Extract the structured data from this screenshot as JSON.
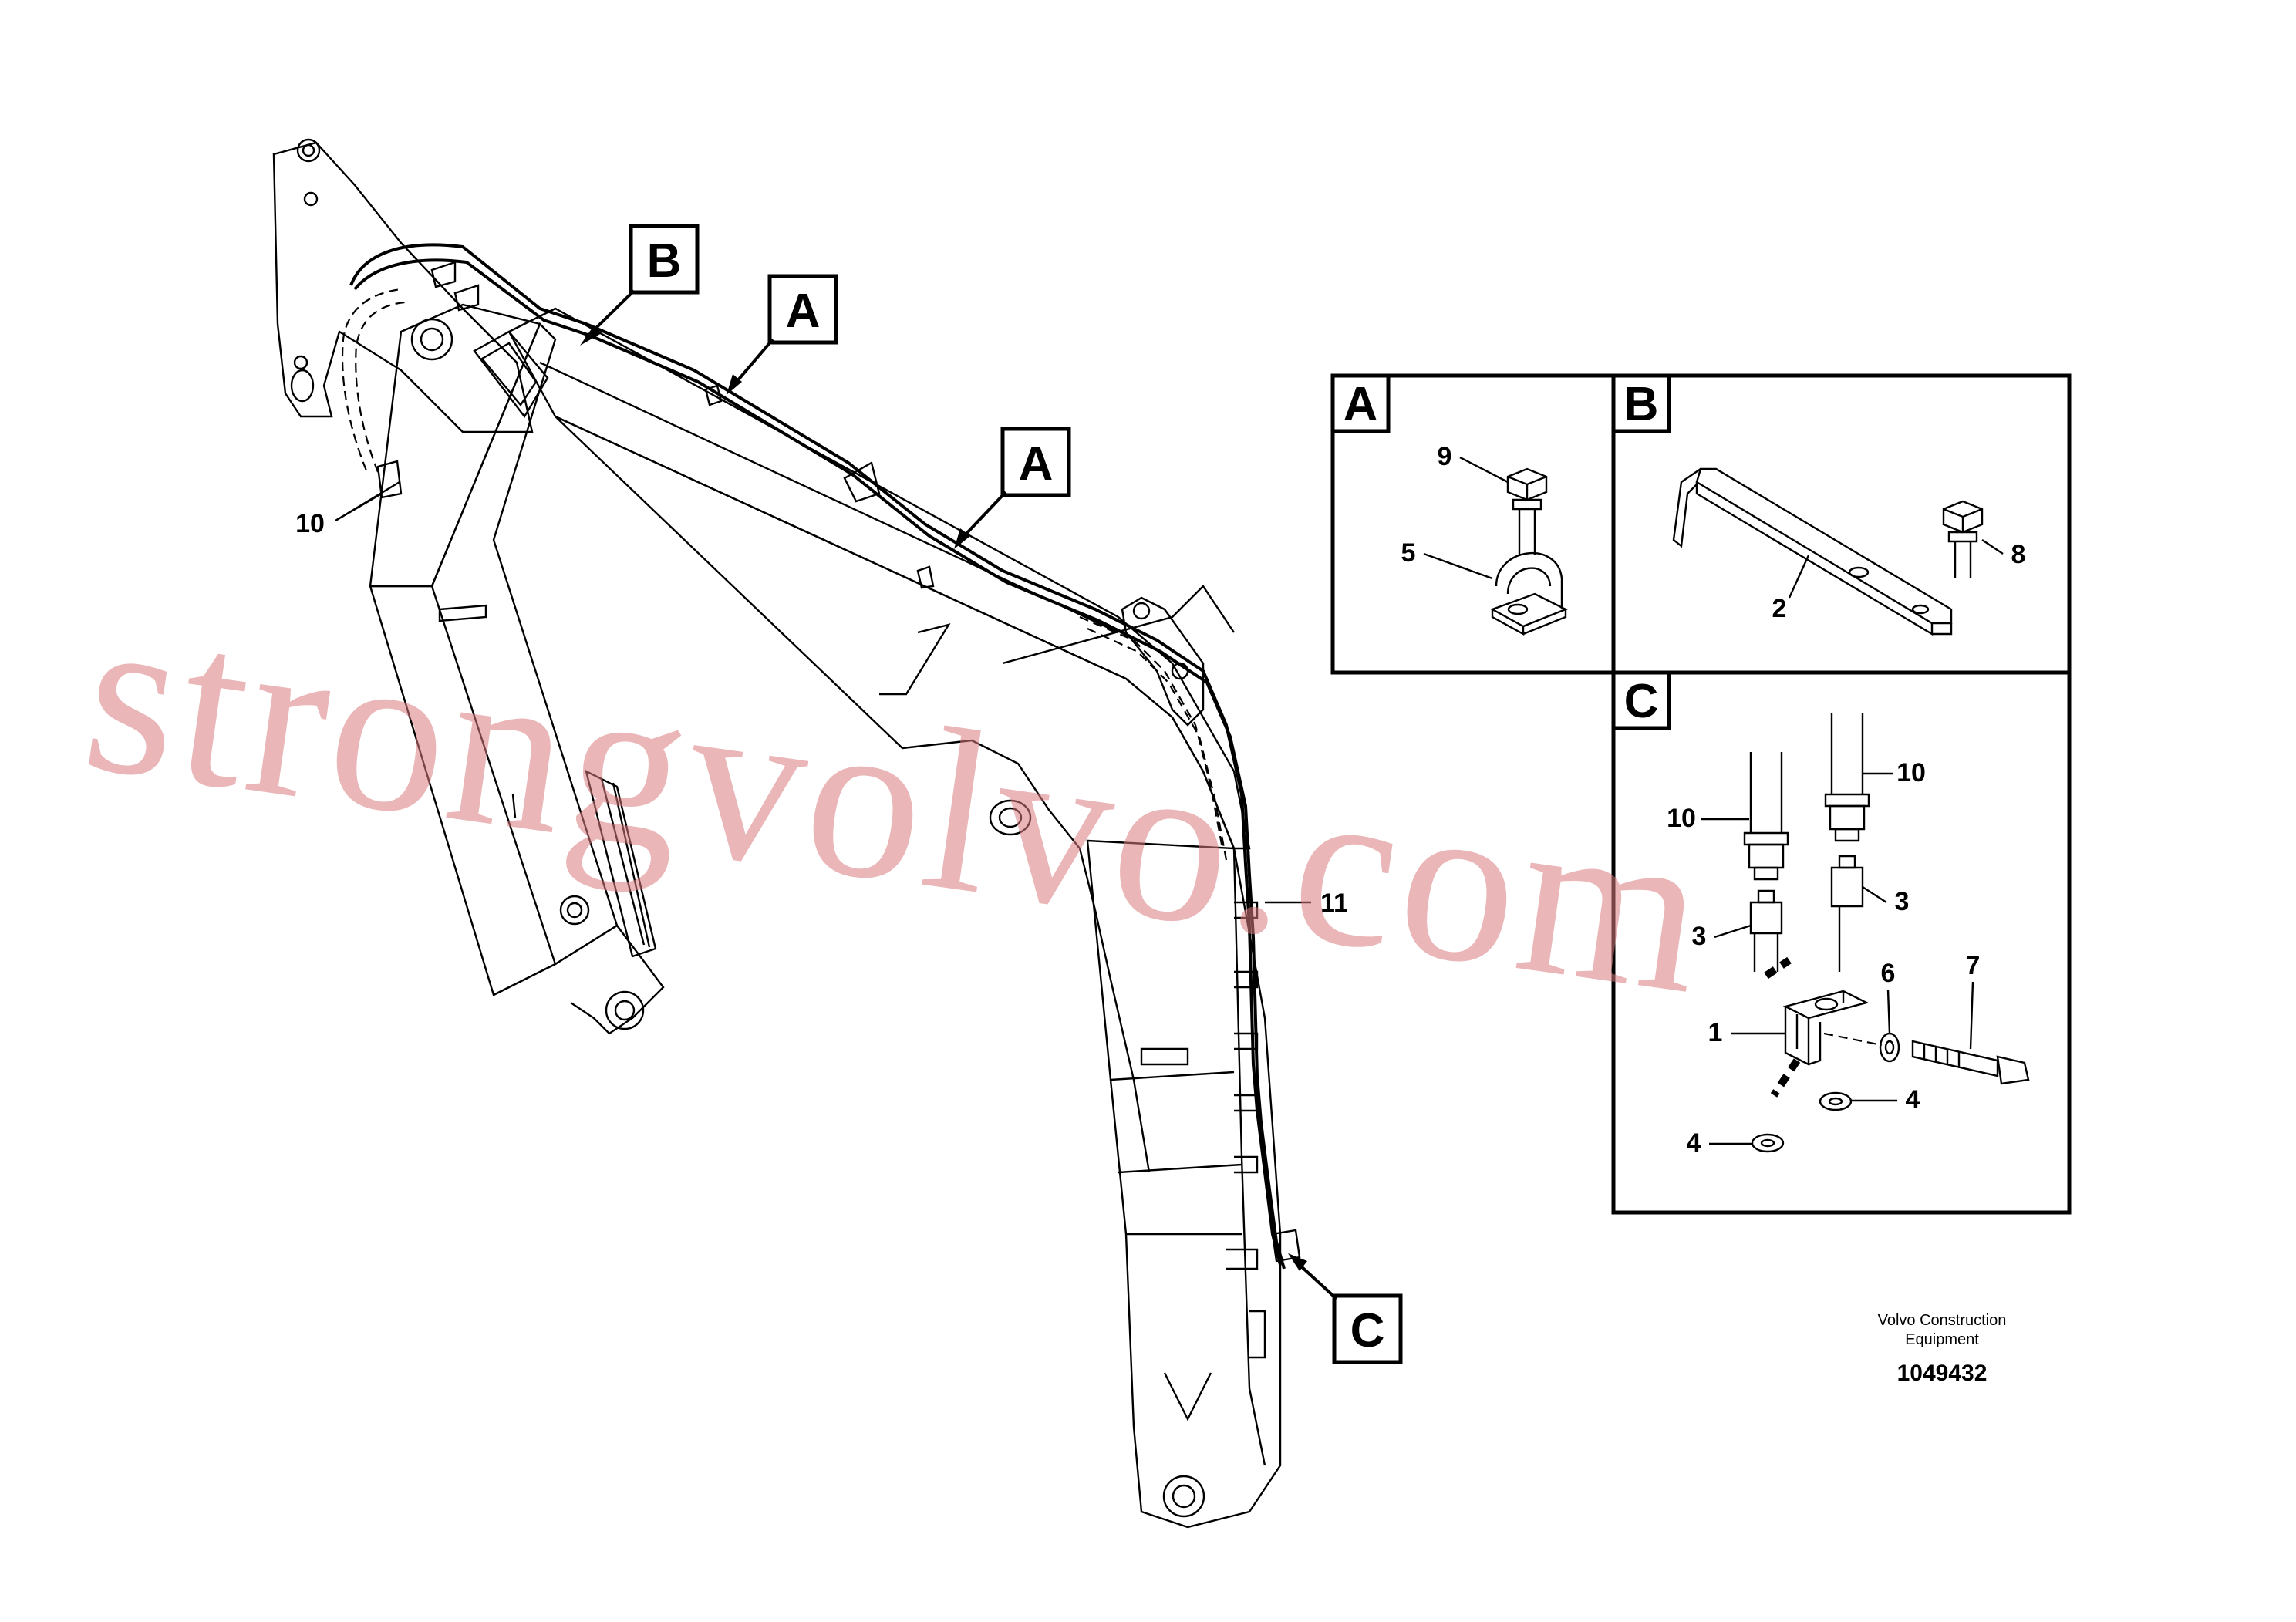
{
  "callouts": {
    "b_main": "B",
    "a_upper": "A",
    "a_lower": "A",
    "c_main": "C"
  },
  "main_labels": {
    "n10": "10",
    "n11": "11"
  },
  "detail_a": {
    "title": "A",
    "n9": "9",
    "n5": "5"
  },
  "detail_b": {
    "title": "B",
    "n2": "2",
    "n8": "8"
  },
  "detail_c": {
    "title": "C",
    "n10_left": "10",
    "n10_right": "10",
    "n3_left": "3",
    "n3_right": "3",
    "n1": "1",
    "n6": "6",
    "n7": "7",
    "n4_right": "4",
    "n4_left": "4"
  },
  "footer": {
    "line1": "Volvo Construction",
    "line2": "Equipment",
    "number": "1049432"
  },
  "watermark": "strongvolvo.com"
}
